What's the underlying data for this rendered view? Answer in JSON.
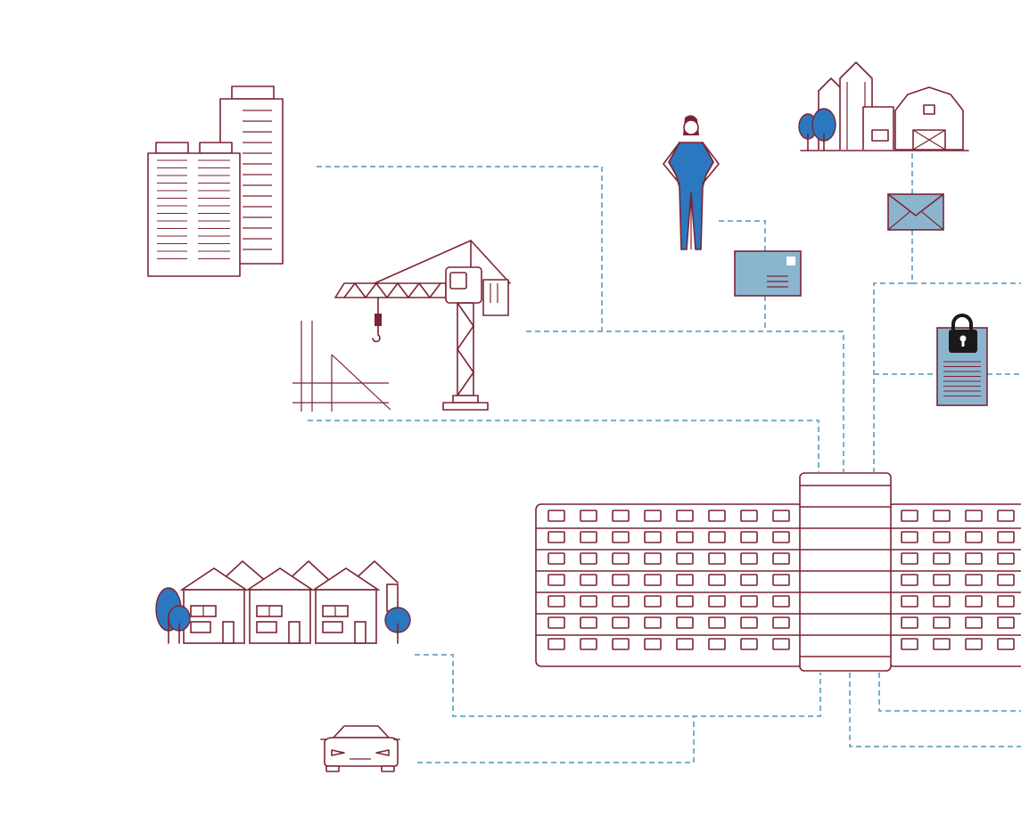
{
  "diagram": {
    "colors": {
      "outline": "#7b2433",
      "connector": "#7ab0cc",
      "accent_blue": "#2c78c0",
      "document_fill": "#8bb5cf",
      "lock": "#1a1a1a"
    },
    "nodes": [
      {
        "id": "office-towers",
        "icon": "office-towers-icon"
      },
      {
        "id": "construction-crane",
        "icon": "construction-crane-icon"
      },
      {
        "id": "person",
        "icon": "person-icon"
      },
      {
        "id": "letter",
        "icon": "letter-icon"
      },
      {
        "id": "farm",
        "icon": "farm-icon"
      },
      {
        "id": "mail-envelope",
        "icon": "envelope-icon"
      },
      {
        "id": "secure-document",
        "icon": "locked-document-icon"
      },
      {
        "id": "central-building",
        "icon": "central-building-icon"
      },
      {
        "id": "townhouses",
        "icon": "townhouses-icon"
      },
      {
        "id": "car",
        "icon": "car-icon"
      }
    ],
    "connections": [
      {
        "from": "office-towers",
        "to": "central-building"
      },
      {
        "from": "person",
        "to": "central-building"
      },
      {
        "from": "letter",
        "to": "central-building"
      },
      {
        "from": "construction-crane",
        "to": "central-building"
      },
      {
        "from": "farm",
        "to": "secure-document"
      },
      {
        "from": "mail-envelope",
        "to": "central-building"
      },
      {
        "from": "secure-document",
        "to": "central-building"
      },
      {
        "from": "townhouses",
        "to": "central-building"
      },
      {
        "from": "car",
        "to": "central-building"
      }
    ]
  }
}
